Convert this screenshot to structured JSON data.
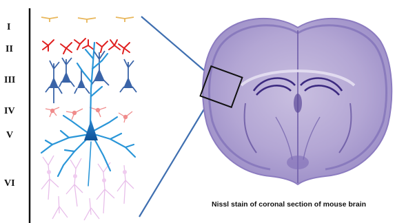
{
  "layers": [
    {
      "label": "I"
    },
    {
      "label": "II"
    },
    {
      "label": "III"
    },
    {
      "label": "IV"
    },
    {
      "label": "V"
    },
    {
      "label": "VI"
    }
  ],
  "caption": "Nissl  stain of coronal section of mouse brain",
  "colors": {
    "layer1_cells": "#e8b65a",
    "layer2_cells": "#e02020",
    "layer3_cells": "#3a64a8",
    "layer4_cells": "#f08c8c",
    "layer5_cells": "#2a96d8",
    "layer6_cells": "#e6b8e8",
    "nissl_stain": "#8c7cc0",
    "connector_lines": "#3f6fb0"
  }
}
